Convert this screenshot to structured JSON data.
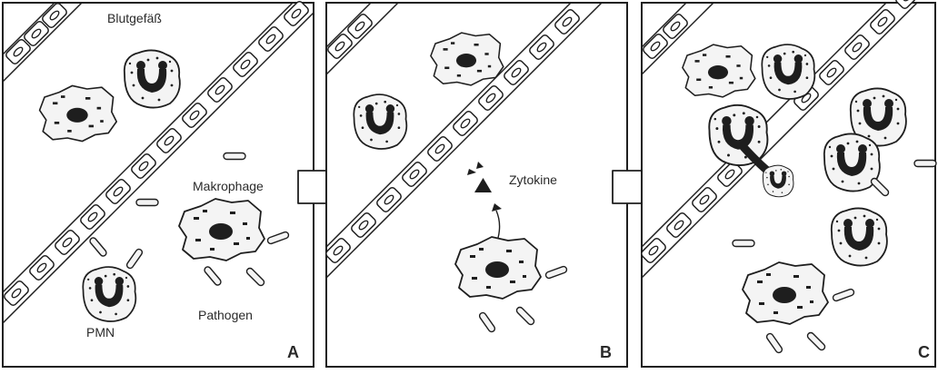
{
  "panels": [
    {
      "letter": "A"
    },
    {
      "letter": "B"
    },
    {
      "letter": "C"
    }
  ],
  "labels": {
    "blood_vessel": "Blutgefäß",
    "macrophage": "Makrophage",
    "pathogen": "Pathogen",
    "pmn": "PMN",
    "cytokine": "Zytokine"
  },
  "colors": {
    "ink": "#1e1e1e",
    "paper": "#ffffff",
    "cell_fill": "#f2f2f2"
  }
}
